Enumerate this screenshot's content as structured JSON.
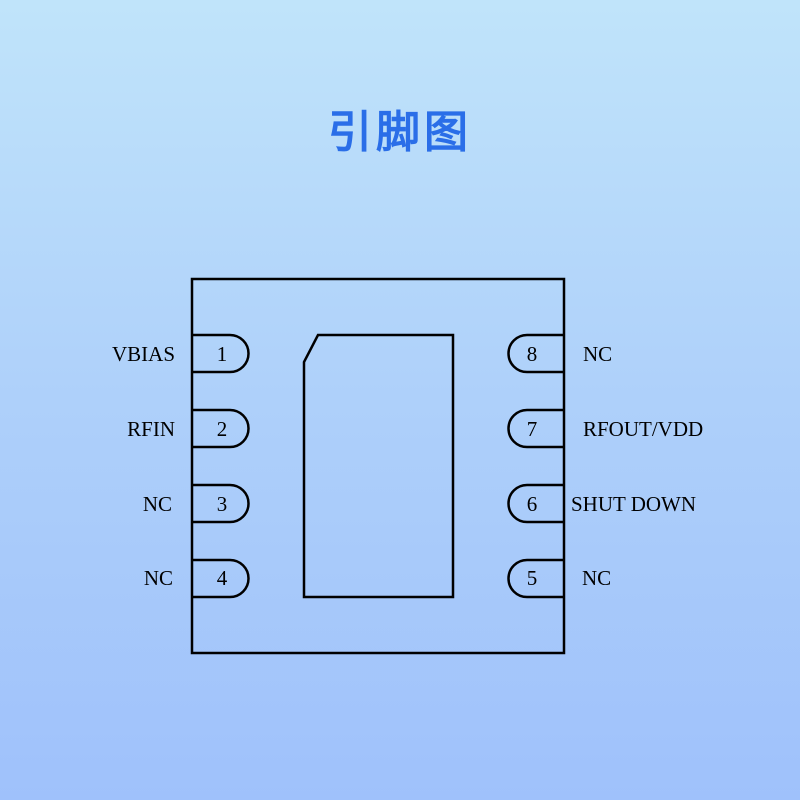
{
  "title": "引脚图",
  "colors": {
    "title": "#2a6ee8",
    "background_top": "#c0e4fa",
    "background_bottom": "#9fc1fb",
    "outline": "#000000"
  },
  "pins": [
    {
      "number": "1",
      "label": "VBIAS"
    },
    {
      "number": "2",
      "label": "RFIN"
    },
    {
      "number": "3",
      "label": "NC"
    },
    {
      "number": "4",
      "label": "NC"
    },
    {
      "number": "5",
      "label": "NC"
    },
    {
      "number": "6",
      "label": "SHUT DOWN"
    },
    {
      "number": "7",
      "label": "RFOUT/VDD"
    },
    {
      "number": "8",
      "label": "NC"
    }
  ]
}
